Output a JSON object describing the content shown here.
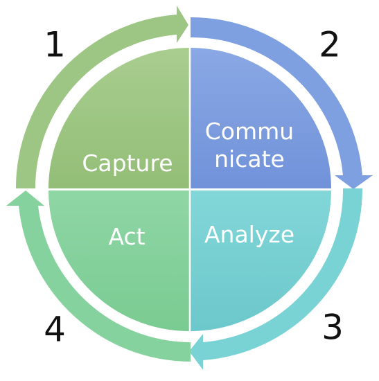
{
  "quadrants": [
    {
      "key": "capture",
      "label": "Capture",
      "color": "#9dc583"
    },
    {
      "key": "communicate",
      "label_lines": [
        "Commu",
        "nicate"
      ],
      "color": "#7e9fe0"
    },
    {
      "key": "analyze",
      "label": "Analyze",
      "color": "#79d2d4"
    },
    {
      "key": "act",
      "label": "Act",
      "color": "#86d29e"
    }
  ],
  "arrows": [
    {
      "key": "1",
      "color": "#9dc583"
    },
    {
      "key": "2",
      "color": "#7e9fe0"
    },
    {
      "key": "3",
      "color": "#79d2d4"
    },
    {
      "key": "4",
      "color": "#86d29e"
    }
  ],
  "step_numbers": [
    "1",
    "2",
    "3",
    "4"
  ]
}
